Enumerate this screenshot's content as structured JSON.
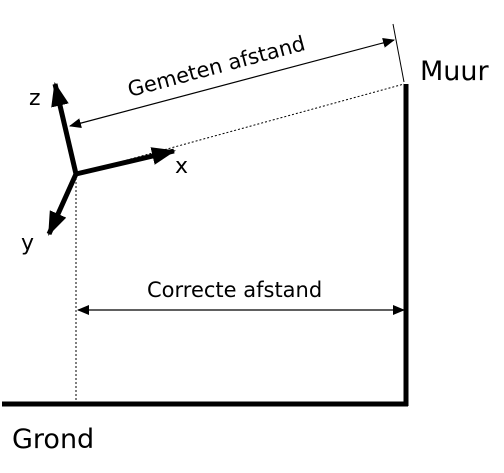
{
  "labels": {
    "wall": "Muur",
    "ground": "Grond",
    "measured_distance": "Gemeten afstand",
    "correct_distance": "Correcte afstand",
    "axis_x": "x",
    "axis_y": "y",
    "axis_z": "z"
  },
  "colors": {
    "ink": "#000000",
    "background": "#ffffff"
  }
}
